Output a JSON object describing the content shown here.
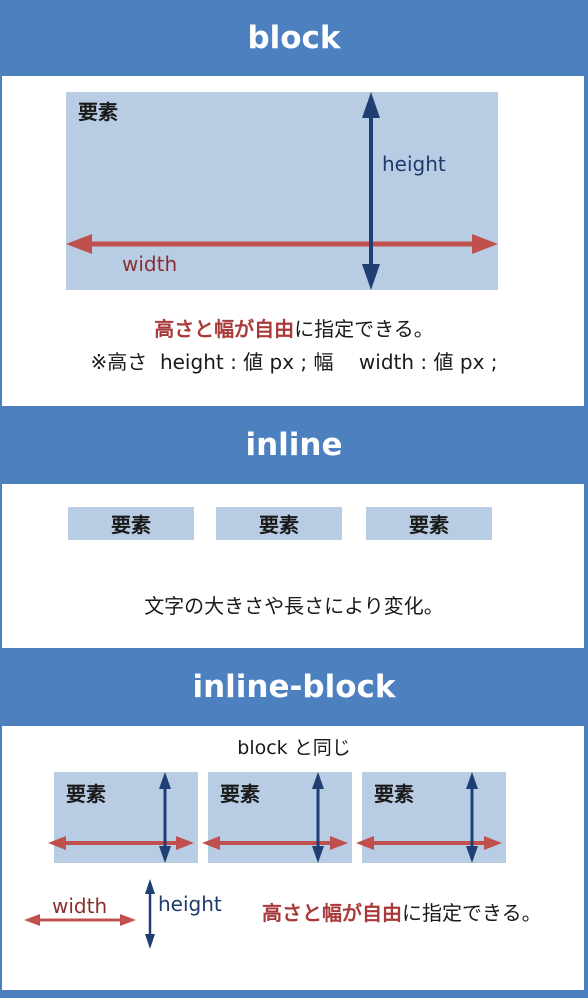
{
  "colors": {
    "header": "#4d80bf",
    "box": "#b8cce4",
    "red_arrow": "#c0504d",
    "blue_arrow": "#1f3f73",
    "accent_text": "#a93a3a"
  },
  "sections": {
    "block": {
      "title": "block",
      "element_label": "要素",
      "height_label": "height",
      "width_label": "width",
      "line1_accent": "高さと幅が自由",
      "line1_rest": "に指定できる。",
      "line2": "※高さ  height : 値 px ; 幅    width : 値 px ;"
    },
    "inline": {
      "title": "inline",
      "elements": [
        "要素",
        "要素",
        "要素"
      ],
      "note": "文字の大きさや長さにより変化。"
    },
    "inline_block": {
      "title": "inline-block",
      "note": "block と同じ",
      "elements": [
        "要素",
        "要素",
        "要素"
      ],
      "legend_width": "width",
      "legend_height": "height",
      "line_accent": "高さと幅が自由",
      "line_rest": "に指定できる。"
    }
  }
}
